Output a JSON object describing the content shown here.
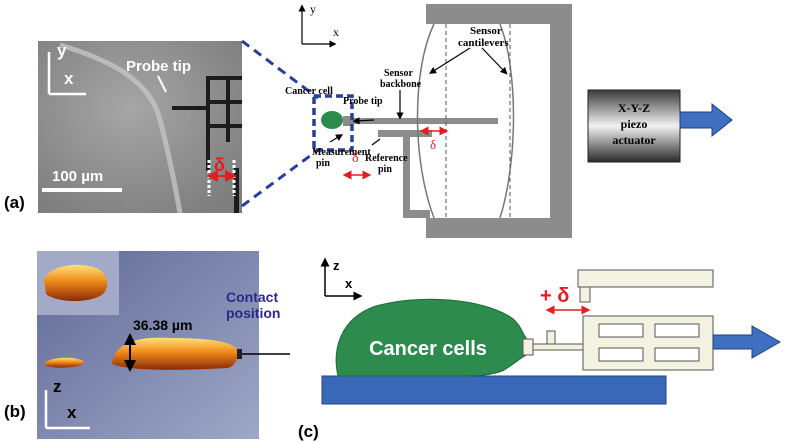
{
  "panel_a": {
    "label": "(a)",
    "micro": {
      "axis_y": "y",
      "axis_x": "x",
      "probe_tip": "Probe tip",
      "scale_bar": "100 µm",
      "delta": "δ"
    },
    "schematic": {
      "axis_y": "y",
      "axis_x": "x",
      "cancer_cell": "Cancer cell",
      "probe_tip": "Probe tip",
      "measurement_pin_1": "Measurement",
      "measurement_pin_2": "pin",
      "reference_pin_1": "Reference",
      "reference_pin_2": "pin",
      "sensor_backbone_1": "Sensor",
      "sensor_backbone_2": "backbone",
      "sensor_cantilevers_1": "Sensor",
      "sensor_cantilevers_2": "cantilevers",
      "delta_left": "δ",
      "delta_right": "δ",
      "actuator_1": "X-Y-Z",
      "actuator_2": "piezo",
      "actuator_3": "actuator"
    }
  },
  "panel_b": {
    "label": "(b)",
    "height": "36.38  µm",
    "contact_1": "Contact",
    "contact_2": "position",
    "axis_z": "z",
    "axis_x": "x"
  },
  "panel_c": {
    "label": "(c)",
    "axis_z": "z",
    "axis_x": "x",
    "cells": "Cancer cells",
    "delta": "+ δ"
  },
  "colors": {
    "dashed_blue": "#2a3f9a",
    "arrow_blue": "#3f6fbf",
    "cell_green": "#2e8b4e",
    "substrate_blue": "#3a68b8",
    "device_fill": "#f3f1e0",
    "red": "#e02020",
    "frame_gray": "#8c8c8c"
  }
}
